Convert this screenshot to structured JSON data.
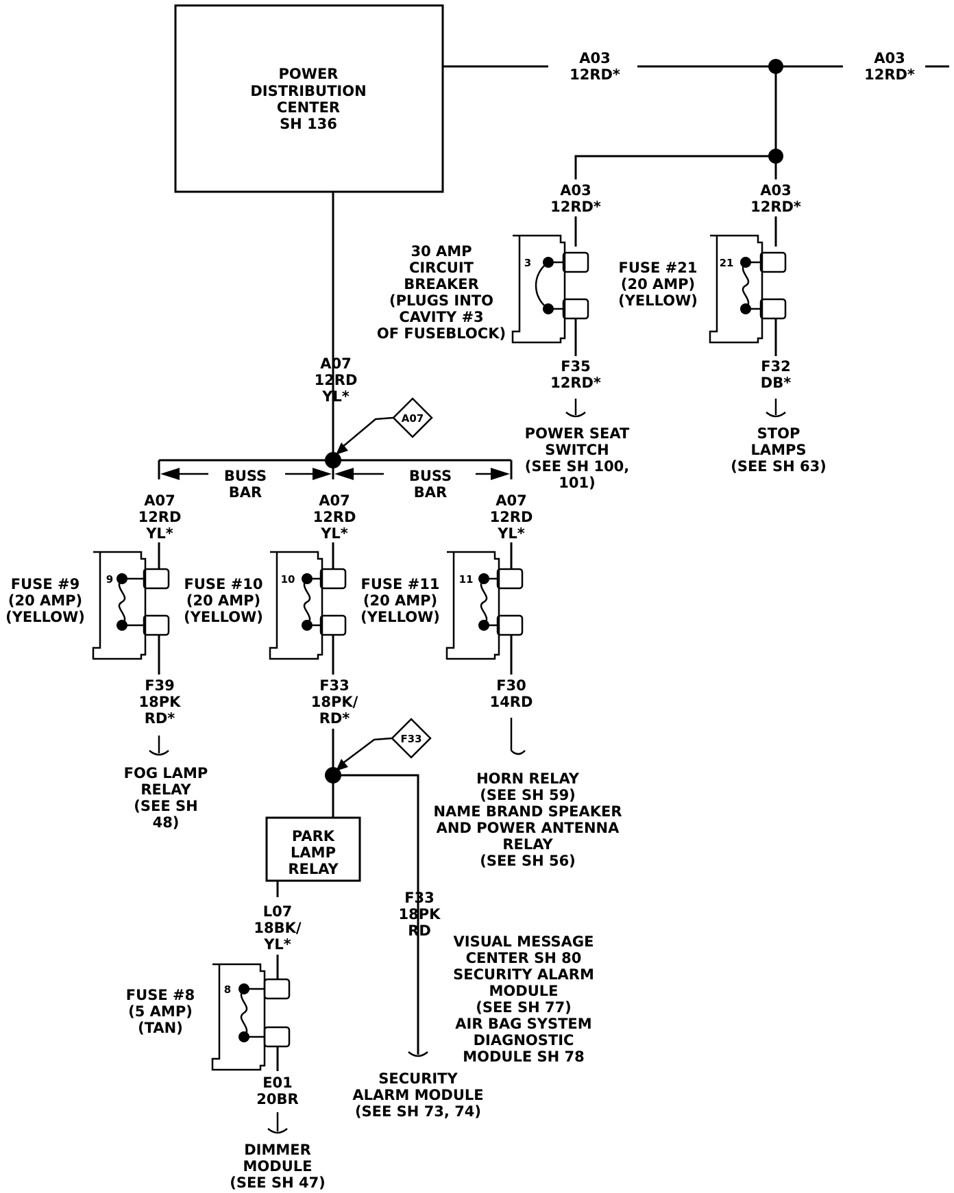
{
  "pdc": {
    "l1": "POWER",
    "l2": "DISTRIBUTION",
    "l3": "CENTER",
    "l4": "SH 136"
  },
  "top_wire_a": {
    "code": "A03",
    "gauge": "12RD*"
  },
  "top_wire_b": {
    "code": "A03",
    "gauge": "12RD*"
  },
  "cb_in": {
    "code": "A03",
    "gauge": "12RD*"
  },
  "f21_in": {
    "code": "A03",
    "gauge": "12RD*"
  },
  "circuit_breaker": {
    "num": "3",
    "lines": [
      "30 AMP",
      "CIRCUIT",
      "BREAKER",
      "(PLUGS INTO",
      "CAVITY #3",
      "OF FUSEBLOCK)"
    ]
  },
  "fuse21": {
    "num": "21",
    "lines": [
      "FUSE #21",
      "(20 AMP)",
      "(YELLOW)"
    ]
  },
  "f35": {
    "code": "F35",
    "gauge": "12RD*"
  },
  "f32": {
    "code": "F32",
    "gauge": "DB*"
  },
  "power_seat": [
    "POWER SEAT",
    "SWITCH",
    "(SEE SH 100,",
    "101)"
  ],
  "stop_lamps": [
    "STOP",
    "LAMPS",
    "(SEE SH 63)"
  ],
  "a07_main": {
    "code": "A07",
    "gauge": "12RD",
    "gauge2": "YL*"
  },
  "a07_tag": "A07",
  "buss_bar_left": {
    "l1": "BUSS",
    "l2": "BAR"
  },
  "buss_bar_right": {
    "l1": "BUSS",
    "l2": "BAR"
  },
  "fuse9_in": {
    "code": "A07",
    "gauge": "12RD",
    "gauge2": "YL*"
  },
  "fuse10_in": {
    "code": "A07",
    "gauge": "12RD",
    "gauge2": "YL*"
  },
  "fuse11_in": {
    "code": "A07",
    "gauge": "12RD",
    "gauge2": "YL*"
  },
  "fuse9": {
    "num": "9",
    "lines": [
      "FUSE #9",
      "(20 AMP)",
      "(YELLOW)"
    ]
  },
  "fuse10": {
    "num": "10",
    "lines": [
      "FUSE #10",
      "(20 AMP)",
      "(YELLOW)"
    ]
  },
  "fuse11": {
    "num": "11",
    "lines": [
      "FUSE #11",
      "(20 AMP)",
      "(YELLOW)"
    ]
  },
  "f39": {
    "code": "F39",
    "gauge": "18PK",
    "gauge2": "RD*"
  },
  "f33_out": {
    "code": "F33",
    "gauge": "18PK/",
    "gauge2": "RD*"
  },
  "f30": {
    "code": "F30",
    "gauge": "14RD"
  },
  "fog_lamp": [
    "FOG LAMP",
    "RELAY",
    "(SEE SH",
    "48)"
  ],
  "horn_relay": [
    "HORN RELAY",
    "(SEE SH 59)",
    "NAME BRAND SPEAKER",
    "AND POWER ANTENNA",
    "RELAY",
    "(SEE SH 56)"
  ],
  "f33_tag": "F33",
  "park_lamp": {
    "l1": "PARK",
    "l2": "LAMP",
    "l3": "RELAY"
  },
  "l07": {
    "code": "L07",
    "gauge": "18BK/",
    "gauge2": "YL*"
  },
  "f33_branch": {
    "code": "F33",
    "gauge": "18PK",
    "gauge2": "RD"
  },
  "vmc": [
    "VISUAL MESSAGE",
    "CENTER SH 80",
    "SECURITY ALARM",
    "MODULE",
    "(SEE SH 77)",
    "AIR BAG SYSTEM",
    "DIAGNOSTIC",
    "MODULE SH 78"
  ],
  "fuse8": {
    "num": "8",
    "lines": [
      "FUSE #8",
      "(5 AMP)",
      "(TAN)"
    ]
  },
  "e01": {
    "code": "E01",
    "gauge": "20BR"
  },
  "security_alarm": [
    "SECURITY",
    "ALARM MODULE",
    "(SEE SH 73, 74)"
  ],
  "dimmer": [
    "DIMMER",
    "MODULE",
    "(SEE SH 47)"
  ]
}
